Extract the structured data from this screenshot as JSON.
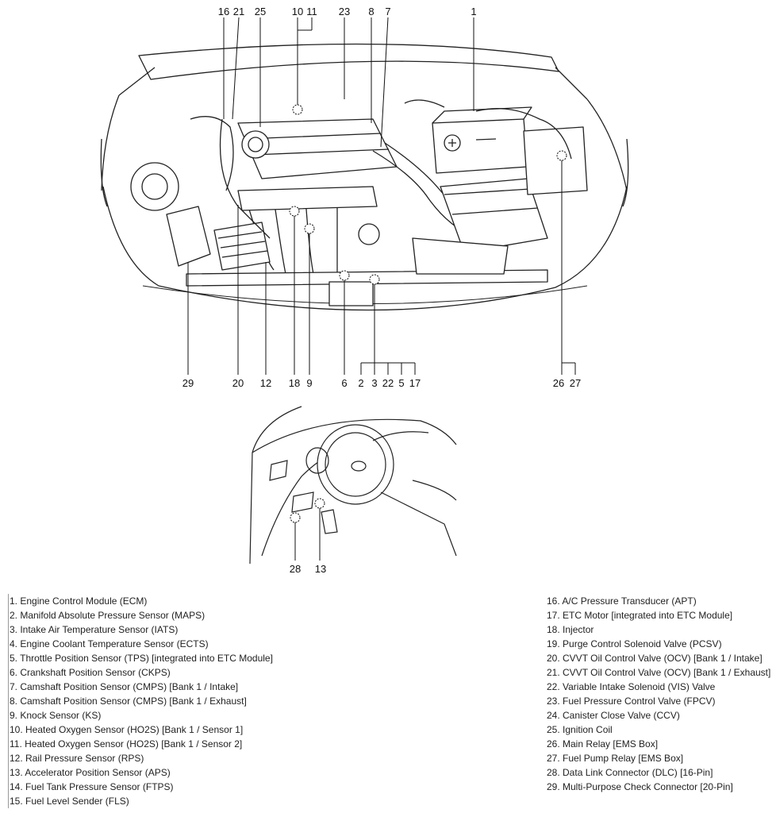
{
  "callouts": {
    "c1": "1",
    "c2": "2",
    "c3": "3",
    "c5": "5",
    "c6": "6",
    "c7": "7",
    "c8": "8",
    "c9": "9",
    "c10": "10",
    "c11": "11",
    "c12": "12",
    "c13": "13",
    "c16": "16",
    "c17": "17",
    "c18": "18",
    "c20": "20",
    "c21": "21",
    "c22": "22",
    "c23": "23",
    "c25": "25",
    "c26": "26",
    "c27": "27",
    "c28": "28",
    "c29": "29"
  },
  "legend_left": [
    "1. Engine Control Module (ECM)",
    "2. Manifold Absolute Pressure Sensor (MAPS)",
    "3. Intake Air Temperature Sensor (IATS)",
    "4. Engine Coolant Temperature Sensor (ECTS)",
    "5. Throttle Position Sensor (TPS) [integrated into ETC Module]",
    "6. Crankshaft Position Sensor (CKPS)",
    "7. Camshaft Position Sensor (CMPS) [Bank 1 / Intake]",
    "8. Camshaft Position Sensor (CMPS) [Bank 1 / Exhaust]",
    "9. Knock Sensor (KS)",
    "10. Heated Oxygen Sensor (HO2S) [Bank 1 / Sensor 1]",
    "11. Heated Oxygen Sensor (HO2S) [Bank 1 / Sensor 2]",
    "12. Rail Pressure Sensor (RPS)",
    "13. Accelerator Position Sensor (APS)",
    "14. Fuel Tank Pressure Sensor (FTPS)",
    "15. Fuel Level Sender (FLS)"
  ],
  "legend_right": [
    "16. A/C Pressure Transducer (APT)",
    "17. ETC Motor [integrated into ETC Module]",
    "18. Injector",
    "19. Purge Control Solenoid Valve (PCSV)",
    "20. CVVT Oil Control Valve (OCV) [Bank 1 / Intake]",
    "21. CVVT Oil Control Valve (OCV) [Bank 1 / Exhaust]",
    "22. Variable Intake Solenoid (VIS) Valve",
    "23. Fuel Pressure Control Valve (FPCV)",
    "24. Canister Close Valve (CCV)",
    "25. Ignition Coil",
    "26. Main Relay [EMS Box]",
    "27. Fuel Pump Relay [EMS Box]",
    "28. Data Link Connector (DLC) [16-Pin]",
    "29. Multi-Purpose Check Connector [20-Pin]"
  ]
}
